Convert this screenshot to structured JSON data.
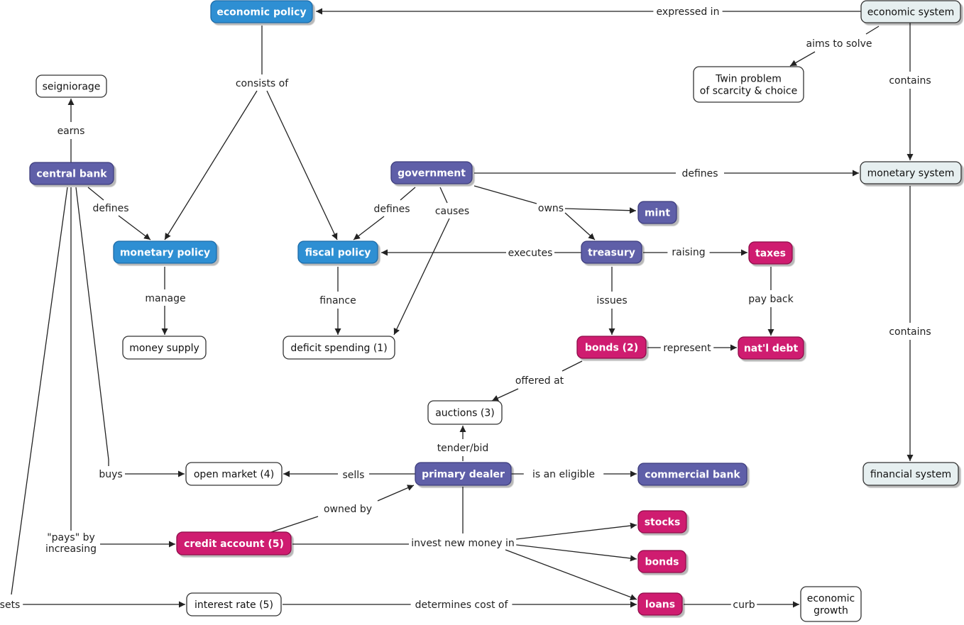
{
  "colors": {
    "blue": "#2f8fd3",
    "purple": "#5e5ea8",
    "magenta": "#cf1a6f",
    "light": "#e6eff0",
    "white": "#ffffff",
    "edge": "#222222"
  },
  "nodes": [
    {
      "id": "economic-policy",
      "label": "economic policy",
      "style": "blue"
    },
    {
      "id": "economic-system",
      "label": "economic system",
      "style": "light"
    },
    {
      "id": "seigniorage",
      "label": "seigniorage",
      "style": "white"
    },
    {
      "id": "twin-problem",
      "label": "Twin problem\nof scarcity & choice",
      "style": "white"
    },
    {
      "id": "central-bank",
      "label": "central bank",
      "style": "purple"
    },
    {
      "id": "government",
      "label": "government",
      "style": "purple"
    },
    {
      "id": "monetary-system",
      "label": "monetary system",
      "style": "light"
    },
    {
      "id": "mint",
      "label": "mint",
      "style": "purple"
    },
    {
      "id": "monetary-policy",
      "label": "monetary policy",
      "style": "blue"
    },
    {
      "id": "fiscal-policy",
      "label": "fiscal policy",
      "style": "blue"
    },
    {
      "id": "treasury",
      "label": "treasury",
      "style": "purple"
    },
    {
      "id": "taxes",
      "label": "taxes",
      "style": "magenta"
    },
    {
      "id": "money-supply",
      "label": "money supply",
      "style": "white"
    },
    {
      "id": "deficit-spending",
      "label": "deficit spending (1)",
      "style": "white"
    },
    {
      "id": "bonds-2",
      "label": "bonds (2)",
      "style": "magenta"
    },
    {
      "id": "natl-debt",
      "label": "nat'l debt",
      "style": "magenta"
    },
    {
      "id": "auctions",
      "label": "auctions (3)",
      "style": "white"
    },
    {
      "id": "open-market",
      "label": "open market (4)",
      "style": "white"
    },
    {
      "id": "primary-dealer",
      "label": "primary dealer",
      "style": "purple"
    },
    {
      "id": "commercial-bank",
      "label": "commercial bank",
      "style": "purple"
    },
    {
      "id": "financial-system",
      "label": "financial system",
      "style": "light"
    },
    {
      "id": "stocks",
      "label": "stocks",
      "style": "magenta"
    },
    {
      "id": "credit-account",
      "label": "credit account (5)",
      "style": "magenta"
    },
    {
      "id": "bonds",
      "label": "bonds",
      "style": "magenta"
    },
    {
      "id": "interest-rate",
      "label": "interest rate (5)",
      "style": "white"
    },
    {
      "id": "loans",
      "label": "loans",
      "style": "magenta"
    },
    {
      "id": "economic-growth",
      "label": "economic\ngrowth",
      "style": "white"
    }
  ],
  "link_labels": [
    {
      "id": "expressed-in",
      "text": "expressed in"
    },
    {
      "id": "aims-to-solve",
      "text": "aims to solve"
    },
    {
      "id": "consists-of",
      "text": "consists of"
    },
    {
      "id": "contains-1",
      "text": "contains"
    },
    {
      "id": "earns",
      "text": "earns"
    },
    {
      "id": "defines-gov-mon",
      "text": "defines"
    },
    {
      "id": "defines-cb",
      "text": "defines"
    },
    {
      "id": "defines-gov-fp",
      "text": "defines"
    },
    {
      "id": "causes",
      "text": "causes"
    },
    {
      "id": "owns",
      "text": "owns"
    },
    {
      "id": "executes",
      "text": "executes"
    },
    {
      "id": "raising",
      "text": "raising"
    },
    {
      "id": "manage",
      "text": "manage"
    },
    {
      "id": "finance",
      "text": "finance"
    },
    {
      "id": "issues",
      "text": "issues"
    },
    {
      "id": "pay-back",
      "text": "pay back"
    },
    {
      "id": "contains-2",
      "text": "contains"
    },
    {
      "id": "represent",
      "text": "represent"
    },
    {
      "id": "offered-at",
      "text": "offered at"
    },
    {
      "id": "tender-bid",
      "text": "tender/bid"
    },
    {
      "id": "buys",
      "text": "buys"
    },
    {
      "id": "sells",
      "text": "sells"
    },
    {
      "id": "is-an-eligible",
      "text": "is an eligible"
    },
    {
      "id": "owned-by",
      "text": "owned by"
    },
    {
      "id": "pays-by-increasing",
      "text": "\"pays\" by\nincreasing"
    },
    {
      "id": "invest-new-money-in",
      "text": "invest new money in"
    },
    {
      "id": "sets",
      "text": "sets"
    },
    {
      "id": "determines-cost-of",
      "text": "determines cost of"
    },
    {
      "id": "curb",
      "text": "curb"
    }
  ]
}
